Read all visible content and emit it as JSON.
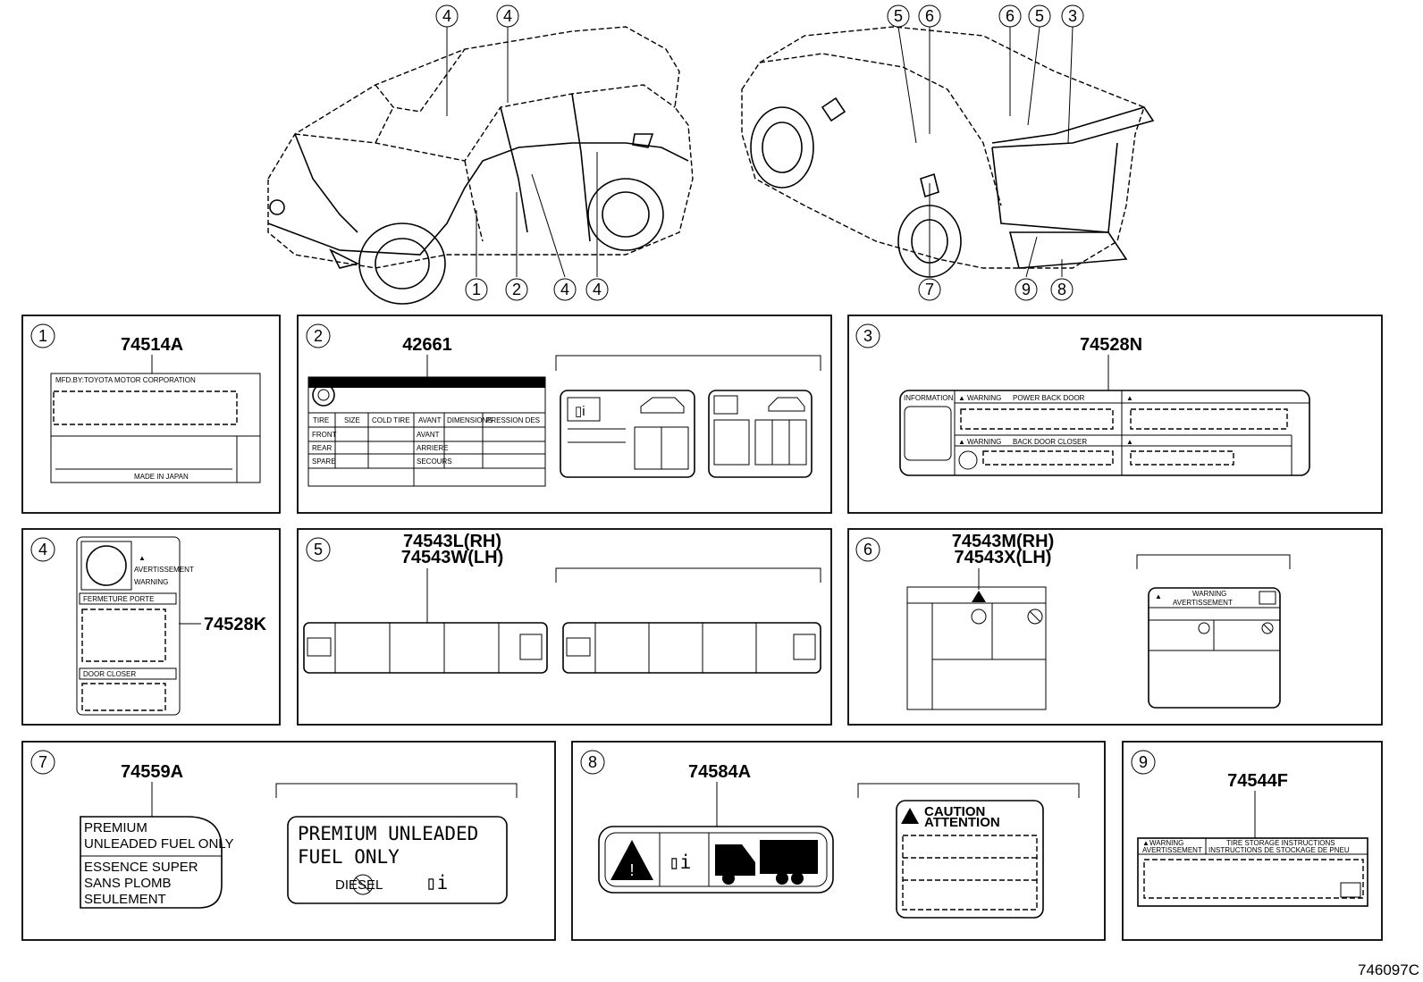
{
  "callouts_front": [
    "4",
    "4",
    "1",
    "2",
    "4",
    "4"
  ],
  "callouts_rear": [
    "5",
    "6",
    "6",
    "5",
    "3",
    "7",
    "9",
    "8"
  ],
  "panels": [
    {
      "id": "1",
      "part": "74514A",
      "label_lines": [
        "MFD.BY:TOYOTA MOTOR CORPORATION",
        "MADE IN JAPAN"
      ]
    },
    {
      "id": "2",
      "part": "42661",
      "tire_rows": [
        "FRONT",
        "REAR",
        "SPARE"
      ],
      "tire_header": [
        "TIRE",
        "SIZE",
        "COLD TIRE",
        "AVANT",
        "DIMENSIONS",
        "PRESSION DES"
      ],
      "ar_rows": [
        "AVANT",
        "ARRIERE",
        "SECOURS"
      ]
    },
    {
      "id": "3",
      "part": "74528N",
      "label_lines": [
        "INFORMATION",
        "WARNING",
        "POWER BACK DOOR",
        "WARNING",
        "BACK DOOR CLOSER"
      ]
    },
    {
      "id": "4",
      "part": "74528K",
      "label_lines": [
        "AVERTISSEMENT",
        "WARNING",
        "FERMETURE PORTE",
        "DOOR CLOSER"
      ]
    },
    {
      "id": "5",
      "part_lines": [
        "74543L(RH)",
        "74543W(LH)"
      ]
    },
    {
      "id": "6",
      "part_lines": [
        "74543M(RH)",
        "74543X(LH)"
      ],
      "label_lines": [
        "WARNING",
        "AVERTISSEMENT"
      ]
    },
    {
      "id": "7",
      "part": "74559A",
      "label_left": [
        "PREMIUM",
        "UNLEADED FUEL ONLY",
        "ESSENCE  SUPER",
        "SANS  PLOMB",
        "SEULEMENT"
      ],
      "label_right": [
        "PREMIUM  UNLEADED",
        "FUEL  ONLY",
        "DIESEL"
      ]
    },
    {
      "id": "8",
      "part": "74584A",
      "label_lines": [
        "CAUTION",
        "ATTENTION"
      ]
    },
    {
      "id": "9",
      "part": "74544F",
      "label_lines": [
        "WARNING",
        "AVERTISSEMENT",
        "TIRE STORAGE INSTRUCTIONS",
        "INSTRUCTIONS DE STOCKAGE DE PNEU"
      ]
    }
  ],
  "footer_code": "746097C"
}
